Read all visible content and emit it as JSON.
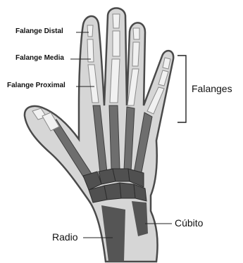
{
  "labels": {
    "falange_distal": "Falange Distal",
    "falange_media": "Falange Media",
    "falange_proximal": "Falange Proximal",
    "falanges": "Falanges",
    "radio": "Radio",
    "cubito": "Cúbito"
  },
  "colors": {
    "skin_outline": "#4a4a4a",
    "skin_fill": "#d6d6d6",
    "phalanx_bone": "#f1f1f1",
    "bone_outline": "#8a8a8a",
    "metacarpal_bone": "#6e6e6e",
    "carpal_bone": "#505050",
    "forearm_bone": "#555555",
    "text": "#111111"
  }
}
